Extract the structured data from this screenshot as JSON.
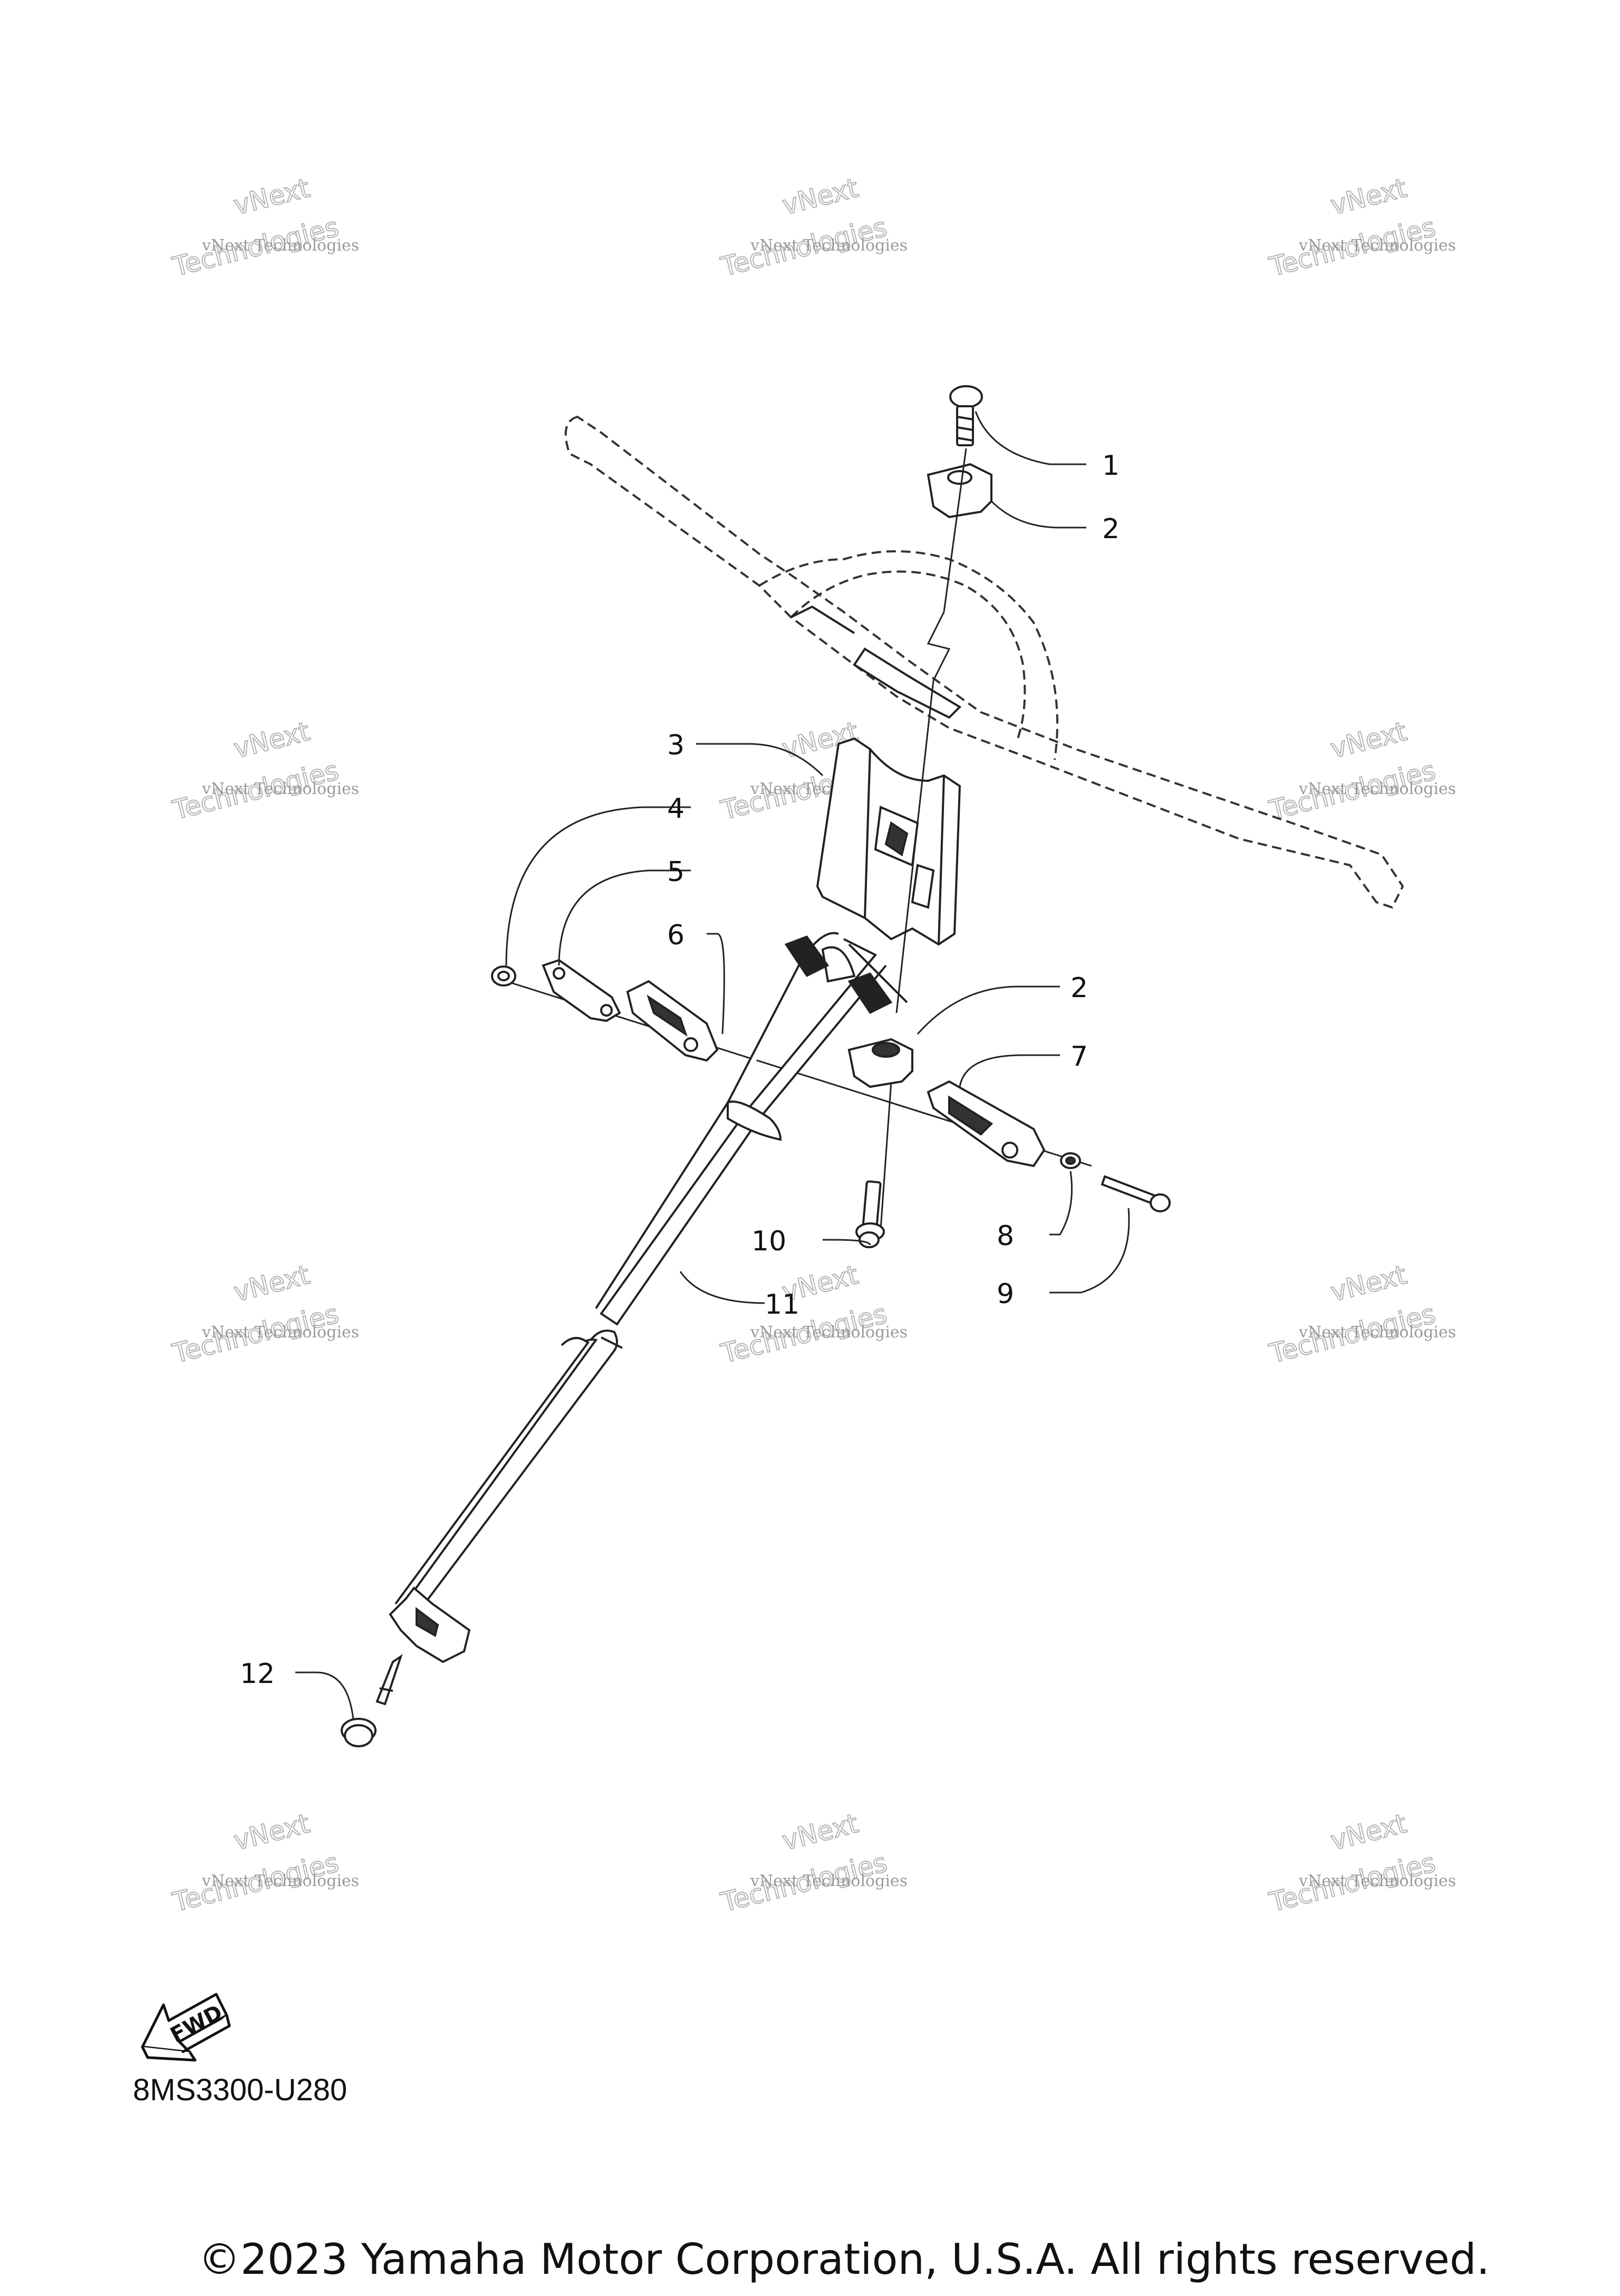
{
  "diagram": {
    "callouts": [
      {
        "label": "1"
      },
      {
        "label": "2"
      },
      {
        "label": "3"
      },
      {
        "label": "4"
      },
      {
        "label": "5"
      },
      {
        "label": "6"
      },
      {
        "label": "2"
      },
      {
        "label": "7"
      },
      {
        "label": "10"
      },
      {
        "label": "8"
      },
      {
        "label": "9"
      },
      {
        "label": "11"
      },
      {
        "label": "12"
      }
    ],
    "watermark": {
      "line1": "vNext Technologies",
      "line2": "vNext",
      "line3": "Technologies"
    },
    "fwd_label": "FWD",
    "drawing_code": "8MS3300-U280"
  },
  "footer": {
    "copyright": "©2023 Yamaha Motor Corporation, U.S.A. All rights reserved."
  }
}
